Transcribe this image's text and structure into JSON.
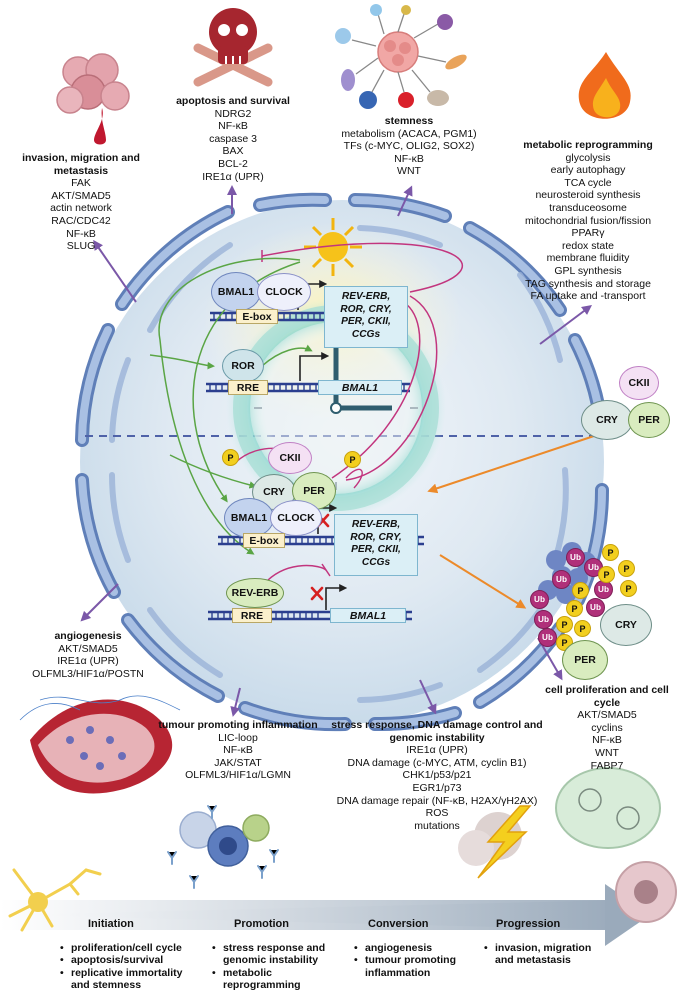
{
  "invasion": {
    "title": "invasion, migration and metastasis",
    "items": [
      "FAK",
      "AKT/SMAD5",
      "actin network",
      "RAC/CDC42",
      "NF-κB",
      "SLUG"
    ]
  },
  "apoptosis": {
    "title": "apoptosis and survival",
    "items": [
      "NDRG2",
      "NF-κB",
      "caspase 3",
      "BAX",
      "BCL-2",
      "IRE1α (UPR)"
    ]
  },
  "stemness": {
    "title": "stemness",
    "items": [
      "metabolism (ACACA, PGM1)",
      "TFs (c-MYC, OLIG2, SOX2)",
      "NF-κB",
      "WNT"
    ]
  },
  "metabolic": {
    "title": "metabolic reprogramming",
    "items": [
      "glycolysis",
      "early autophagy",
      "TCA cycle",
      "neurosteroid synthesis",
      "transduceosome",
      "mitochondrial fusion/fission",
      "PPARγ",
      "redox state",
      "membrane fluidity",
      "GPL synthesis",
      "TAG synthesis and storage",
      "FA uptake and -transport"
    ]
  },
  "angiogenesis": {
    "title": "angiogenesis",
    "items": [
      "AKT/SMAD5",
      "IRE1α (UPR)",
      "OLFML3/HIF1α/POSTN"
    ]
  },
  "inflammation": {
    "title": "tumour promoting inflammation",
    "items": [
      "LIC-loop",
      "NF-κB",
      "JAK/STAT",
      "OLFML3/HIF1α/LGMN"
    ]
  },
  "stress": {
    "title": "stress response, DNA damage control and genomic instability",
    "title_lines": [
      "stress response, DNA damage control and",
      "genomic instability"
    ],
    "items": [
      "IRE1α (UPR)",
      "DNA damage (c-MYC, ATM, cyclin B1)",
      "CHK1/p53/p21",
      "EGR1/p73",
      "DNA damage repair (NF-κB, H2AX/γH2AX)",
      "ROS",
      "mutations"
    ]
  },
  "proliferation": {
    "title": "cell proliferation and cell cycle",
    "items": [
      "AKT/SMAD5",
      "cyclins",
      "NF-κB",
      "WNT",
      "FABP7"
    ]
  },
  "clock": {
    "bmal1": "BMAL1",
    "clock": "CLOCK",
    "ebox": "E-box",
    "ror": "ROR",
    "rre": "RRE",
    "bmal1_gene": "BMAL1",
    "targets": [
      "REV-ERB,",
      "ROR, CRY,",
      "PER, CKII,",
      "CCGs"
    ],
    "ckii": "CKII",
    "cry": "CRY",
    "per": "PER",
    "p": "P",
    "reverb": "REV-ERB",
    "ub": "Ub"
  },
  "stages": {
    "names": [
      "Initiation",
      "Promotion",
      "Conversion",
      "Progression"
    ],
    "initiation": [
      "proliferation/cell cycle",
      "apoptosis/survival",
      "replicative immortality",
      "and stemness"
    ],
    "promotion": [
      "stress response and",
      "genomic instability",
      "metabolic",
      "reprogramming"
    ],
    "conversion": [
      "angiogenesis",
      "tumour promoting",
      "inflammation"
    ],
    "progression": [
      "invasion, migration",
      "and metastasis"
    ]
  },
  "colors": {
    "cell": "#cfe0ee",
    "membrane": "#8aa8d4",
    "membrane_dark": "#5f7fb8",
    "arrow_purple": "#7b58a8",
    "arrow_orange": "#ec8a2a",
    "green": "#5aa545",
    "magenta": "#c2357e",
    "ub": "#b0307a",
    "p": "#f2cf1f"
  }
}
